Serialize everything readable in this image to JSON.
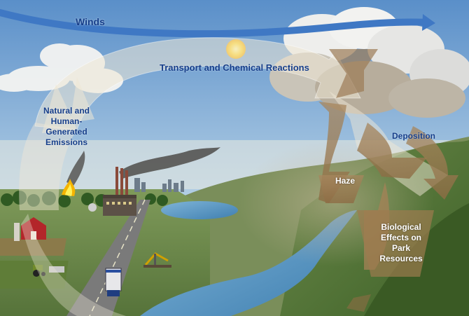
{
  "labels": {
    "winds": "Winds",
    "transport": "Transport and Chemical Reactions",
    "emissions": "Natural and Human-Generated Emissions",
    "deposition": "Deposition",
    "haze": "Haze",
    "biological": "Biological Effects on Park Resources"
  },
  "colors": {
    "sky_top": "#5a8fc9",
    "sky_horizon": "#dbe9f2",
    "label_navy": "#163e8a",
    "cycle_arrow": "#e9e0cc",
    "hills": "#4f7436",
    "water": "#5c9cc9",
    "pollution_brown": "#8b6b45"
  },
  "icons": [
    "sun-icon",
    "factory-icon",
    "farm-barn-icon",
    "oil-pump-icon",
    "truck-icon",
    "tractor-icon",
    "wildfire-icon",
    "city-skyline-icon"
  ]
}
